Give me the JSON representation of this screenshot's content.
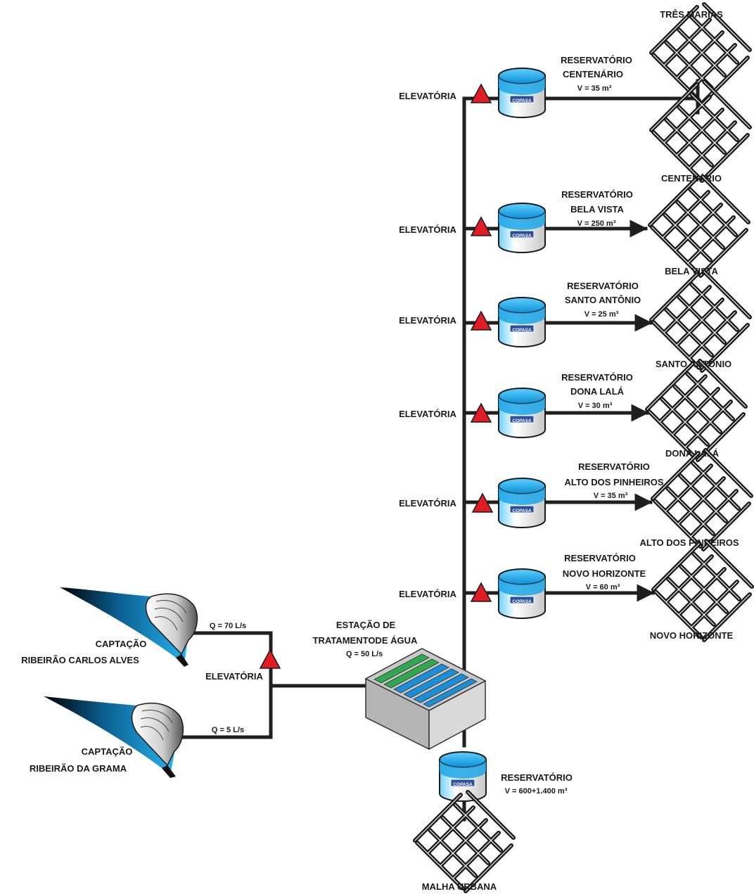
{
  "source": {
    "flow_label": "Q = 70 L/s",
    "name_line1": "CAPTAÇÃO",
    "name_line2": "RIBEIRÃO CARLOS ALVES"
  },
  "source2": {
    "flow_label": "Q = 5 L/s",
    "name_line1": "CAPTAÇÃO",
    "name_line2": "RIBEIRÃO DA GRAMA"
  },
  "intake_pump_label": "ELEVATÓRIA",
  "treatment": {
    "line1": "ESTAÇÃO DE",
    "line2": "TRATAMENTODE ÁGUA",
    "flow": "Q = 50 L/s"
  },
  "main_reservoir": {
    "title": "RESERVATÓRIO",
    "volume": "V = 600+1.400 m³",
    "brand": "COPASA"
  },
  "urban_network_label": "MALHA URBANA",
  "branches": [
    {
      "pump_label": "ELEVATÓRIA",
      "res_line1": "RESERVATÓRIO",
      "res_line2": "CENTENÁRIO",
      "volume": "V = 35 m³",
      "brand": "COPASA",
      "network_label": "CENTENÁRIO",
      "extra_network_label": "TRÊS MARIAS"
    },
    {
      "pump_label": "ELEVATÓRIA",
      "res_line1": "RESERVATÓRIO",
      "res_line2": "BELA VISTA",
      "volume": "V = 250 m³",
      "brand": "COPASA",
      "network_label": "BELA VISTA"
    },
    {
      "pump_label": "ELEVATÓRIA",
      "res_line1": "RESERVATÓRIO",
      "res_line2": "SANTO ANTÔNIO",
      "volume": "V = 25 m³",
      "brand": "COPASA",
      "network_label": "SANTO ANTÔNIO"
    },
    {
      "pump_label": "ELEVATÓRIA",
      "res_line1": "RESERVATÓRIO",
      "res_line2": "DONA LALÁ",
      "volume": "V = 30 m³",
      "brand": "COPASA",
      "network_label": "DONA LALÁ"
    },
    {
      "pump_label": "ELEVATÓRIA",
      "res_line1": "RESERVATÓRIO",
      "res_line2": "ALTO DOS PINHEIROS",
      "volume": "V = 35 m³",
      "brand": "COPASA",
      "network_label": "ALTO DOS PINHEIROS"
    },
    {
      "pump_label": "ELEVATÓRIA",
      "res_line1": "RESERVATÓRIO",
      "res_line2": "NOVO HORIZONTE",
      "volume": "V = 60 m³",
      "brand": "COPASA",
      "network_label": "NOVO HORIZONTE"
    }
  ],
  "colors": {
    "water_blue": "#1fa3e0",
    "pump_red": "#e01d25",
    "pipe": "#1f1f1f",
    "brand_blue": "#2a4f9c"
  }
}
